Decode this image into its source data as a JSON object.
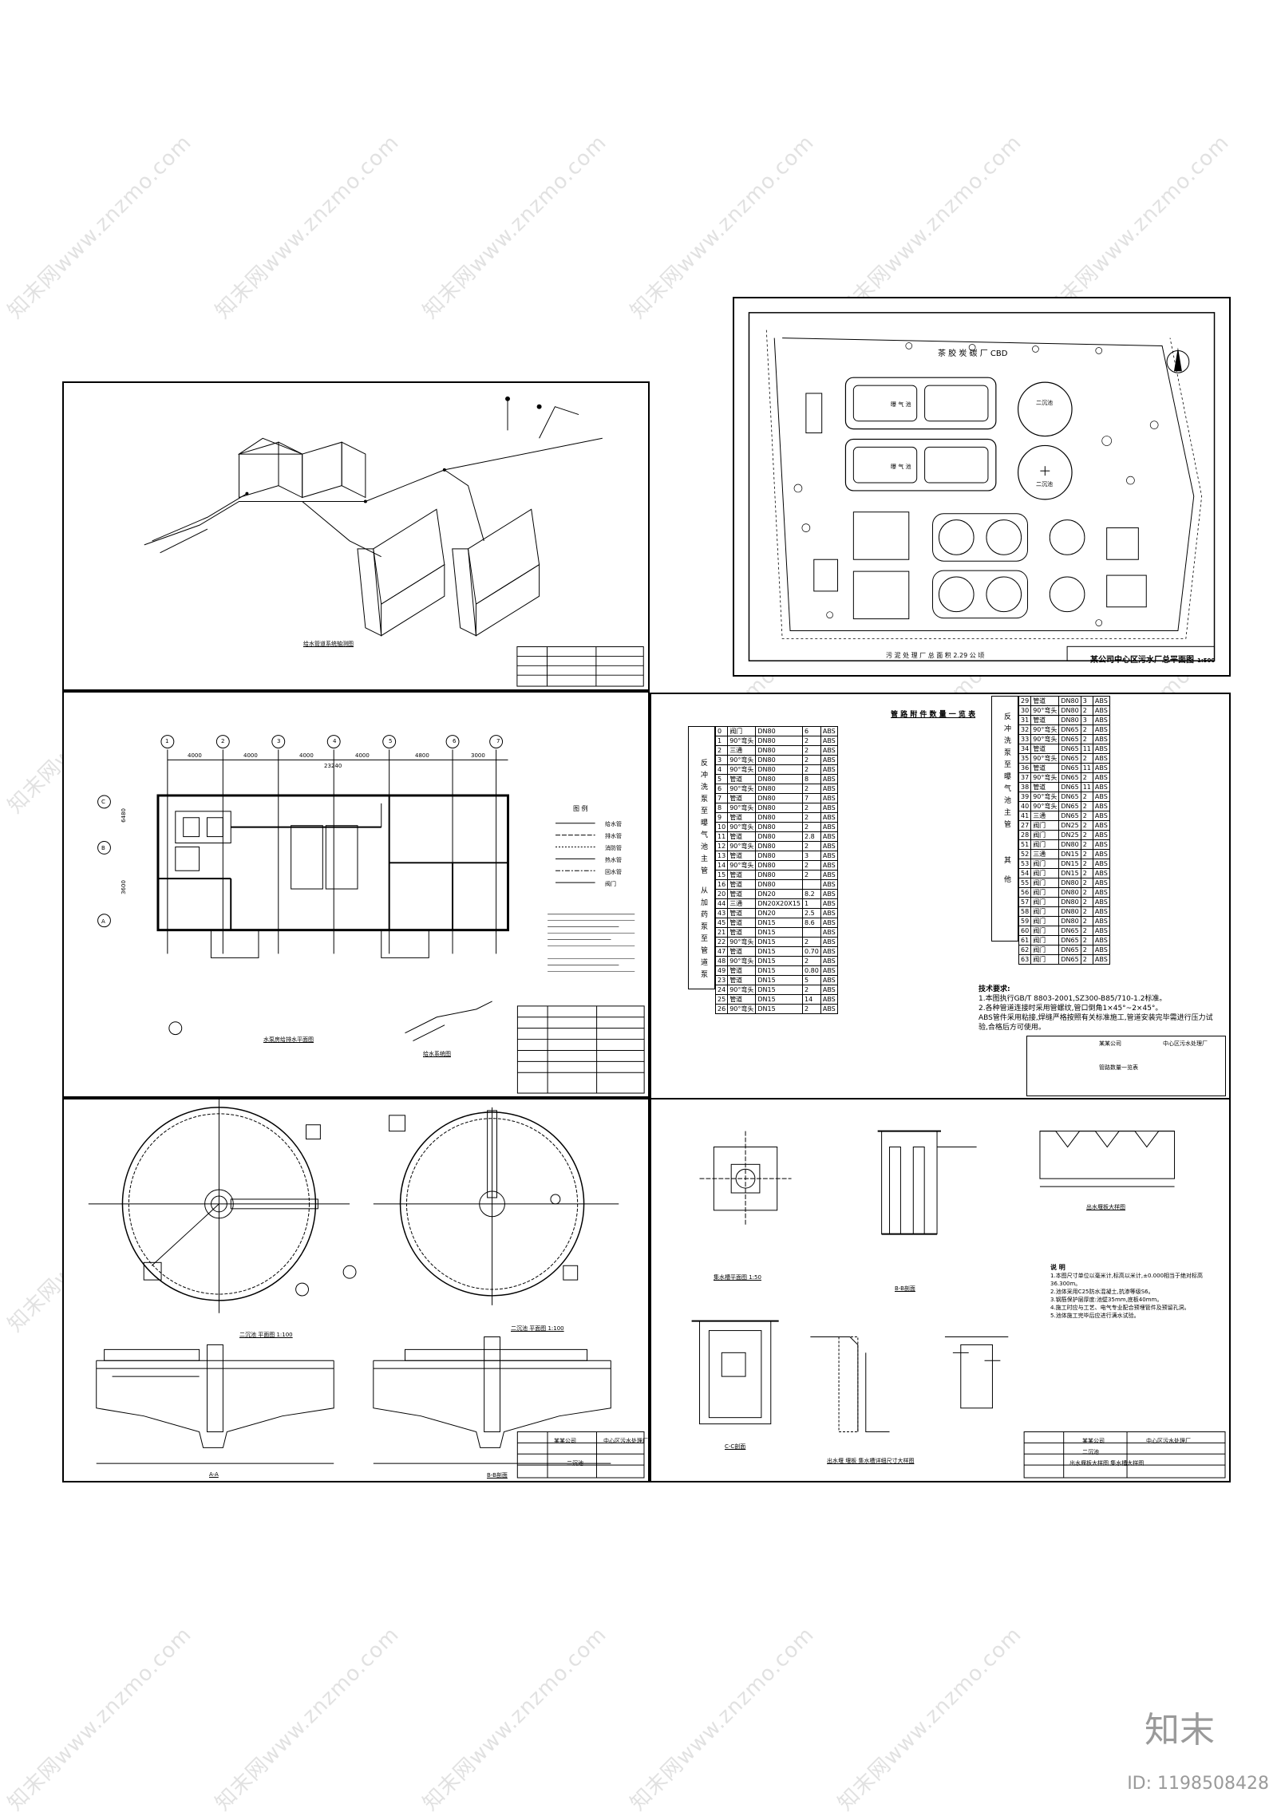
{
  "sheets": {
    "site_plan": {
      "title": "某公司中心区污水厂总平面图",
      "scale": "1:500",
      "top_label": "茶 胶 炭 碳 厂 CBD",
      "bottom_label": "污 泥 处 理 厂 总 面 积 2.29 公 顷",
      "tank_labels": [
        "曝 气 池",
        "曝 气 池",
        "二沉池",
        "二沉池"
      ]
    },
    "isometric": {
      "caption": "给水管道系统轴测图"
    },
    "pump_house": {
      "axis_labels": [
        "1",
        "2",
        "3",
        "4",
        "5",
        "6",
        "7"
      ],
      "dims_top": [
        "4000",
        "4000",
        "4000",
        "4000",
        "4800",
        "3000"
      ],
      "total_dim": "23240",
      "left_dims": [
        "6480",
        "3600"
      ],
      "row_labels": [
        "C",
        "B",
        "A"
      ],
      "legend_title": "图 例",
      "legend_items": [
        "给水管",
        "排水管",
        "消防管",
        "热水管",
        "回水管",
        "阀门"
      ],
      "caption": "水泵房给排水平面图",
      "caption2": "给水系统图"
    },
    "materials": {
      "title": "管 路 附 件 数 量 一 览 表",
      "group_labels_left": [
        "反冲洗泵至曝气池主管",
        "从加药泵至管道泵"
      ],
      "group_labels_right": [
        "反冲洗泵至曝气池主管",
        "其 他"
      ],
      "notes_title": "技术要求:",
      "notes": [
        "1.本图执行GB/T 8803-2001,SZ300-B85/710-1.2标准。",
        "2.各种管道连接时采用管螺纹,管口倒角1×45°~2×45°。",
        "ABS管件采用粘接,焊缝严格按照有关标准施工,管道安装完毕需进行压力试验,合格后方可使用。"
      ],
      "title_block": {
        "company": "某某公司",
        "project": "中心区污水处理厂",
        "drawing": "管路数量一览表"
      }
    },
    "clarifier": {
      "captions": [
        "二沉池 平面图 1:100",
        "二沉池 平面图 1:100",
        "A-A",
        "B-B剖面"
      ],
      "title_block": {
        "company": "某某公司",
        "project": "中心区污水处理厂",
        "drawing": "二沉池"
      }
    },
    "details": {
      "captions": [
        "集水槽平面图 1:50",
        "B-B剖面",
        "出水堰板大样图",
        "C-C剖面",
        "出水堰 堰板  集水槽详细尺寸大样图"
      ],
      "notes_title": "说 明",
      "notes": [
        "1.本图尺寸单位以毫米计,标高以米计,±0.000相当于绝对标高36.300m。",
        "2.池体采用C25防水混凝土,抗渗等级S6。",
        "3.钢筋保护层厚度:池壁35mm,底板40mm。",
        "4.施工时应与工艺、电气专业配合预埋管件及预留孔洞。",
        "5.池体施工完毕后应进行满水试验。"
      ],
      "title_block": {
        "company": "某某公司",
        "project": "中心区污水处理厂",
        "drawing": "二沉池",
        "subtitle": "出水堰板大样图 集水槽大样图"
      }
    }
  },
  "materials_table_left": [
    [
      "0",
      "阀门",
      "DN80",
      "6",
      "ABS"
    ],
    [
      "1",
      "90°弯头",
      "DN80",
      "2",
      "ABS"
    ],
    [
      "2",
      "三通",
      "DN80",
      "2",
      "ABS"
    ],
    [
      "3",
      "90°弯头",
      "DN80",
      "2",
      "ABS"
    ],
    [
      "4",
      "90°弯头",
      "DN80",
      "2",
      "ABS"
    ],
    [
      "5",
      "管道",
      "DN80",
      "8",
      "ABS"
    ],
    [
      "6",
      "90°弯头",
      "DN80",
      "2",
      "ABS"
    ],
    [
      "7",
      "管道",
      "DN80",
      "7",
      "ABS"
    ],
    [
      "8",
      "90°弯头",
      "DN80",
      "2",
      "ABS"
    ],
    [
      "9",
      "管道",
      "DN80",
      "2",
      "ABS"
    ],
    [
      "10",
      "90°弯头",
      "DN80",
      "2",
      "ABS"
    ],
    [
      "11",
      "管道",
      "DN80",
      "2.8",
      "ABS"
    ],
    [
      "12",
      "90°弯头",
      "DN80",
      "2",
      "ABS"
    ],
    [
      "13",
      "管道",
      "DN80",
      "3",
      "ABS"
    ],
    [
      "14",
      "90°弯头",
      "DN80",
      "2",
      "ABS"
    ],
    [
      "15",
      "管道",
      "DN80",
      "2",
      "ABS"
    ],
    [
      "16",
      "管道",
      "DN80",
      "",
      "ABS"
    ],
    [
      "20",
      "管道",
      "DN20",
      "8.2",
      "ABS"
    ],
    [
      "44",
      "三通",
      "DN20X20X15",
      "1",
      "ABS"
    ],
    [
      "43",
      "管道",
      "DN20",
      "2.5",
      "ABS"
    ],
    [
      "45",
      "管道",
      "DN15",
      "8.6",
      "ABS"
    ],
    [
      "21",
      "管道",
      "DN15",
      "",
      "ABS"
    ],
    [
      "22",
      "90°弯头",
      "DN15",
      "2",
      "ABS"
    ],
    [
      "47",
      "管道",
      "DN15",
      "0.70",
      "ABS"
    ],
    [
      "48",
      "90°弯头",
      "DN15",
      "2",
      "ABS"
    ],
    [
      "49",
      "管道",
      "DN15",
      "0.80",
      "ABS"
    ],
    [
      "23",
      "管道",
      "DN15",
      "5",
      "ABS"
    ],
    [
      "24",
      "90°弯头",
      "DN15",
      "2",
      "ABS"
    ],
    [
      "25",
      "管道",
      "DN15",
      "14",
      "ABS"
    ],
    [
      "26",
      "90°弯头",
      "DN15",
      "2",
      "ABS"
    ]
  ],
  "materials_table_right": [
    [
      "29",
      "管道",
      "DN80",
      "3",
      "ABS"
    ],
    [
      "30",
      "90°弯头",
      "DN80",
      "2",
      "ABS"
    ],
    [
      "31",
      "管道",
      "DN80",
      "3",
      "ABS"
    ],
    [
      "32",
      "90°弯头",
      "DN65",
      "2",
      "ABS"
    ],
    [
      "33",
      "90°弯头",
      "DN65",
      "2",
      "ABS"
    ],
    [
      "34",
      "管道",
      "DN65",
      "11",
      "ABS"
    ],
    [
      "35",
      "90°弯头",
      "DN65",
      "2",
      "ABS"
    ],
    [
      "36",
      "管道",
      "DN65",
      "11",
      "ABS"
    ],
    [
      "37",
      "90°弯头",
      "DN65",
      "2",
      "ABS"
    ],
    [
      "38",
      "管道",
      "DN65",
      "11",
      "ABS"
    ],
    [
      "39",
      "90°弯头",
      "DN65",
      "2",
      "ABS"
    ],
    [
      "40",
      "90°弯头",
      "DN65",
      "2",
      "ABS"
    ],
    [
      "41",
      "三通",
      "DN65",
      "2",
      "ABS"
    ],
    [
      "27",
      "阀门",
      "DN25",
      "2",
      "ABS"
    ],
    [
      "28",
      "阀门",
      "DN25",
      "2",
      "ABS"
    ],
    [
      "51",
      "阀门",
      "DN80",
      "2",
      "ABS"
    ],
    [
      "52",
      "三通",
      "DN15",
      "2",
      "ABS"
    ],
    [
      "53",
      "阀门",
      "DN15",
      "2",
      "ABS"
    ],
    [
      "54",
      "阀门",
      "DN15",
      "2",
      "ABS"
    ],
    [
      "55",
      "阀门",
      "DN80",
      "2",
      "ABS"
    ],
    [
      "56",
      "阀门",
      "DN80",
      "2",
      "ABS"
    ],
    [
      "57",
      "阀门",
      "DN80",
      "2",
      "ABS"
    ],
    [
      "58",
      "阀门",
      "DN80",
      "2",
      "ABS"
    ],
    [
      "59",
      "阀门",
      "DN80",
      "2",
      "ABS"
    ],
    [
      "60",
      "阀门",
      "DN65",
      "2",
      "ABS"
    ],
    [
      "61",
      "阀门",
      "DN65",
      "2",
      "ABS"
    ],
    [
      "62",
      "阀门",
      "DN65",
      "2",
      "ABS"
    ],
    [
      "63",
      "阀门",
      "DN65",
      "2",
      "ABS"
    ]
  ],
  "watermark": {
    "text": "知末网www.znzmo.com",
    "brand": "知末",
    "image_id": "ID: 1198508428"
  }
}
